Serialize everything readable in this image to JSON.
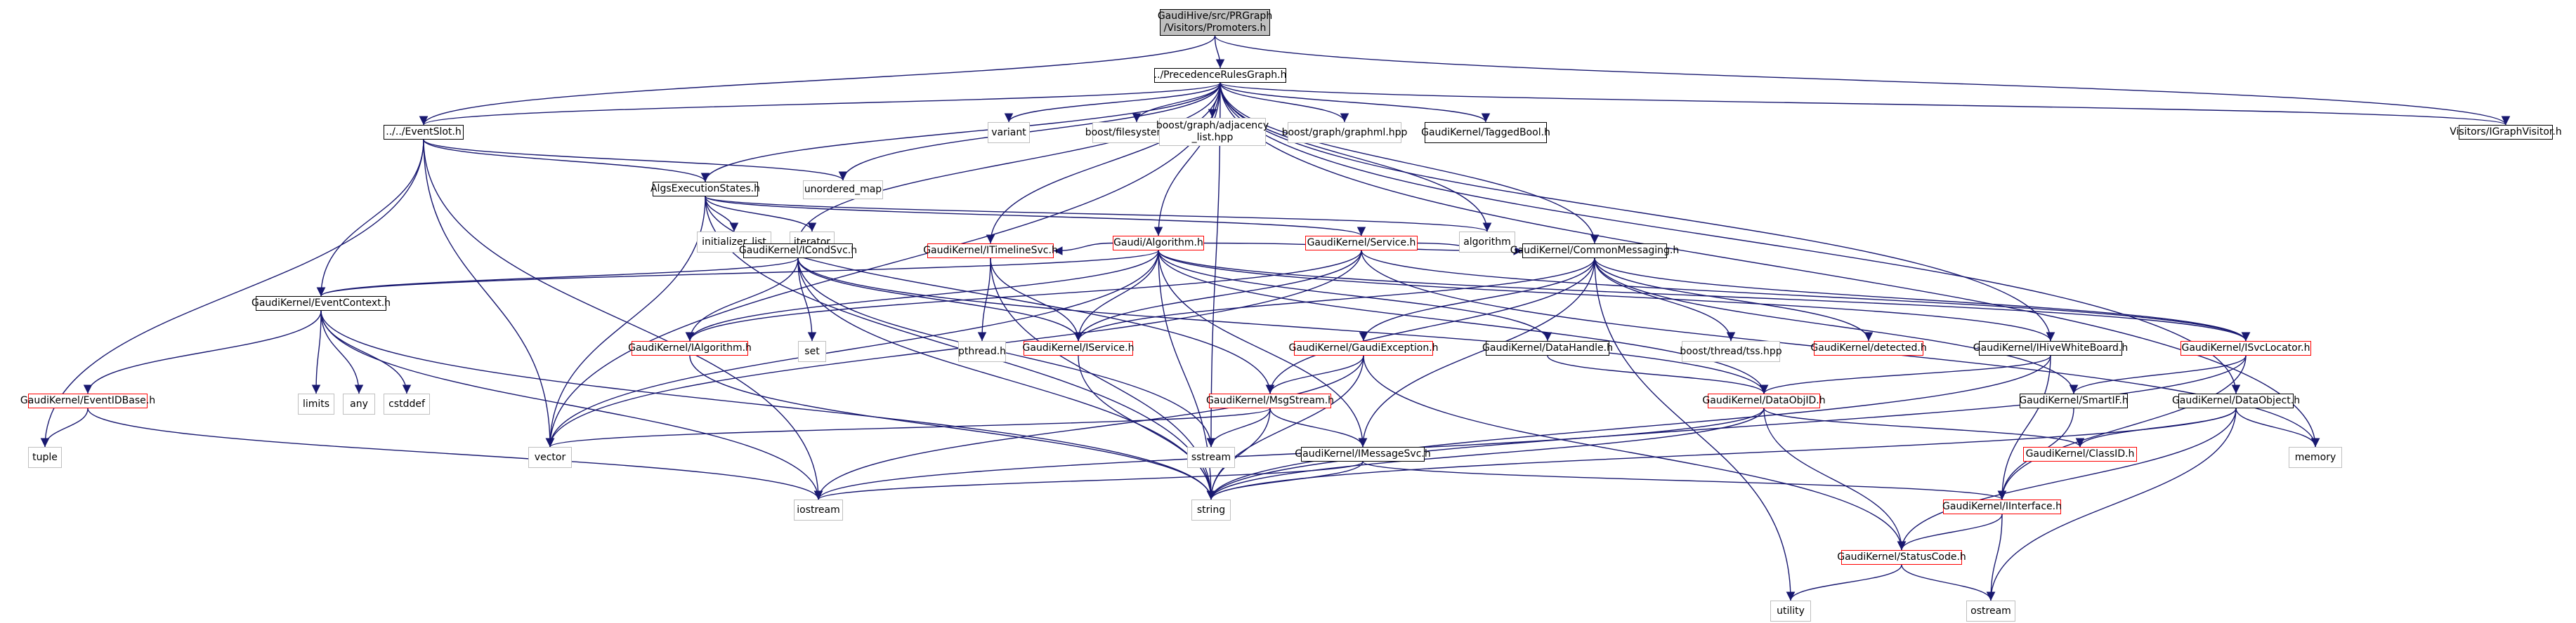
{
  "colors": {
    "edge": "#191970",
    "plain_border": "#bfbfbf",
    "red_border": "#ff0000",
    "root_fill": "#bfbfbf"
  },
  "nodes": [
    {
      "id": "promoters",
      "label": "GaudiHive/src/PRGraph\n/Visitors/Promoters.h",
      "style": "root"
    },
    {
      "id": "prg",
      "label": "../PrecedenceRulesGraph.h",
      "style": "black"
    },
    {
      "id": "eventslot",
      "label": "../../EventSlot.h",
      "style": "black"
    },
    {
      "id": "igraphvisitor",
      "label": "Visitors/IGraphVisitor.h",
      "style": "black"
    },
    {
      "id": "variant",
      "label": "variant",
      "style": "plain"
    },
    {
      "id": "filesystem",
      "label": "boost/filesystem.hpp",
      "style": "plain"
    },
    {
      "id": "adjacency",
      "label": "boost/graph/adjacency\n_list.hpp",
      "style": "plain"
    },
    {
      "id": "graphml",
      "label": "boost/graph/graphml.hpp",
      "style": "plain"
    },
    {
      "id": "taggedbool",
      "label": "GaudiKernel/TaggedBool.h",
      "style": "black"
    },
    {
      "id": "unordered_map",
      "label": "unordered_map",
      "style": "plain"
    },
    {
      "id": "algsexec",
      "label": "AlgsExecutionStates.h",
      "style": "black"
    },
    {
      "id": "initializer_list",
      "label": "initializer_list",
      "style": "plain"
    },
    {
      "id": "iterator",
      "label": "iterator",
      "style": "plain"
    },
    {
      "id": "algorithm",
      "label": "algorithm",
      "style": "plain"
    },
    {
      "id": "gaudialgorithm",
      "label": "Gaudi/Algorithm.h",
      "style": "red"
    },
    {
      "id": "service",
      "label": "GaudiKernel/Service.h",
      "style": "red"
    },
    {
      "id": "icondsvc",
      "label": "GaudiKernel/ICondSvc.h",
      "style": "black"
    },
    {
      "id": "itimelinesvc",
      "label": "GaudiKernel/ITimelineSvc.h",
      "style": "red"
    },
    {
      "id": "commonmessaging",
      "label": "GaudiKernel/CommonMessaging.h",
      "style": "black"
    },
    {
      "id": "eventcontext",
      "label": "GaudiKernel/EventContext.h",
      "style": "black"
    },
    {
      "id": "set",
      "label": "set",
      "style": "plain"
    },
    {
      "id": "ialgorithm",
      "label": "GaudiKernel/IAlgorithm.h",
      "style": "red"
    },
    {
      "id": "pthread",
      "label": "pthread.h",
      "style": "plain"
    },
    {
      "id": "iservice",
      "label": "GaudiKernel/IService.h",
      "style": "red"
    },
    {
      "id": "gaudiexception",
      "label": "GaudiKernel/GaudiException.h",
      "style": "red"
    },
    {
      "id": "datahandle",
      "label": "GaudiKernel/DataHandle.h",
      "style": "black"
    },
    {
      "id": "threadtss",
      "label": "boost/thread/tss.hpp",
      "style": "plain"
    },
    {
      "id": "detected",
      "label": "GaudiKernel/detected.h",
      "style": "red"
    },
    {
      "id": "ihivewhiteboard",
      "label": "GaudiKernel/IHiveWhiteBoard.h",
      "style": "black"
    },
    {
      "id": "isvclocator",
      "label": "GaudiKernel/ISvcLocator.h",
      "style": "red"
    },
    {
      "id": "eventidbase",
      "label": "GaudiKernel/EventIDBase.h",
      "style": "red"
    },
    {
      "id": "limits",
      "label": "limits",
      "style": "plain"
    },
    {
      "id": "any",
      "label": "any",
      "style": "plain"
    },
    {
      "id": "cstddef",
      "label": "cstddef",
      "style": "plain"
    },
    {
      "id": "msgstream",
      "label": "GaudiKernel/MsgStream.h",
      "style": "red"
    },
    {
      "id": "dataobjid",
      "label": "GaudiKernel/DataObjID.h",
      "style": "red"
    },
    {
      "id": "smartif",
      "label": "GaudiKernel/SmartIF.h",
      "style": "black"
    },
    {
      "id": "dataobject",
      "label": "GaudiKernel/DataObject.h",
      "style": "black"
    },
    {
      "id": "tuple",
      "label": "tuple",
      "style": "plain"
    },
    {
      "id": "vector",
      "label": "vector",
      "style": "plain"
    },
    {
      "id": "sstream",
      "label": "sstream",
      "style": "plain"
    },
    {
      "id": "imessagesvc",
      "label": "GaudiKernel/IMessageSvc.h",
      "style": "black"
    },
    {
      "id": "classid",
      "label": "GaudiKernel/ClassID.h",
      "style": "red"
    },
    {
      "id": "memory",
      "label": "memory",
      "style": "plain"
    },
    {
      "id": "iostream",
      "label": "iostream",
      "style": "plain"
    },
    {
      "id": "string",
      "label": "string",
      "style": "plain"
    },
    {
      "id": "iinterface",
      "label": "GaudiKernel/IInterface.h",
      "style": "red"
    },
    {
      "id": "statuscode",
      "label": "GaudiKernel/StatusCode.h",
      "style": "red"
    },
    {
      "id": "utility",
      "label": "utility",
      "style": "plain"
    },
    {
      "id": "ostream",
      "label": "ostream",
      "style": "plain"
    }
  ],
  "edges": [
    [
      "promoters",
      "prg"
    ],
    [
      "promoters",
      "eventslot"
    ],
    [
      "promoters",
      "igraphvisitor"
    ],
    [
      "prg",
      "eventslot"
    ],
    [
      "prg",
      "igraphvisitor"
    ],
    [
      "prg",
      "variant"
    ],
    [
      "prg",
      "filesystem"
    ],
    [
      "prg",
      "adjacency"
    ],
    [
      "prg",
      "graphml"
    ],
    [
      "prg",
      "taggedbool"
    ],
    [
      "prg",
      "unordered_map"
    ],
    [
      "prg",
      "algsexec"
    ],
    [
      "prg",
      "algorithm"
    ],
    [
      "prg",
      "gaudialgorithm"
    ],
    [
      "prg",
      "icondsvc"
    ],
    [
      "prg",
      "itimelinesvc"
    ],
    [
      "prg",
      "commonmessaging"
    ],
    [
      "prg",
      "ihivewhiteboard"
    ],
    [
      "prg",
      "dataobject"
    ],
    [
      "prg",
      "memory"
    ],
    [
      "prg",
      "vector"
    ],
    [
      "prg",
      "sstream"
    ],
    [
      "eventslot",
      "unordered_map"
    ],
    [
      "eventslot",
      "algsexec"
    ],
    [
      "eventslot",
      "eventcontext"
    ],
    [
      "eventslot",
      "tuple"
    ],
    [
      "eventslot",
      "vector"
    ],
    [
      "eventslot",
      "iostream"
    ],
    [
      "algsexec",
      "initializer_list"
    ],
    [
      "algsexec",
      "iterator"
    ],
    [
      "algsexec",
      "algorithm"
    ],
    [
      "algsexec",
      "service"
    ],
    [
      "algsexec",
      "msgstream"
    ],
    [
      "algsexec",
      "vector"
    ],
    [
      "algsexec",
      "string"
    ],
    [
      "gaudialgorithm",
      "itimelinesvc"
    ],
    [
      "gaudialgorithm",
      "commonmessaging"
    ],
    [
      "gaudialgorithm",
      "eventcontext"
    ],
    [
      "gaudialgorithm",
      "ialgorithm"
    ],
    [
      "gaudialgorithm",
      "iservice"
    ],
    [
      "gaudialgorithm",
      "datahandle"
    ],
    [
      "gaudialgorithm",
      "isvclocator"
    ],
    [
      "gaudialgorithm",
      "ihivewhiteboard"
    ],
    [
      "gaudialgorithm",
      "imessagesvc"
    ],
    [
      "gaudialgorithm",
      "dataobjid"
    ],
    [
      "gaudialgorithm",
      "vector"
    ],
    [
      "gaudialgorithm",
      "string"
    ],
    [
      "service",
      "commonmessaging"
    ],
    [
      "service",
      "iservice"
    ],
    [
      "service",
      "isvclocator"
    ],
    [
      "service",
      "ialgorithm"
    ],
    [
      "service",
      "memory"
    ],
    [
      "service",
      "vector"
    ],
    [
      "icondsvc",
      "eventcontext"
    ],
    [
      "icondsvc",
      "set"
    ],
    [
      "icondsvc",
      "ialgorithm"
    ],
    [
      "icondsvc",
      "iservice"
    ],
    [
      "icondsvc",
      "dataobjid"
    ],
    [
      "icondsvc",
      "string"
    ],
    [
      "icondsvc",
      "sstream"
    ],
    [
      "itimelinesvc",
      "pthread"
    ],
    [
      "itimelinesvc",
      "iservice"
    ],
    [
      "itimelinesvc",
      "string"
    ],
    [
      "commonmessaging",
      "iservice"
    ],
    [
      "commonmessaging",
      "gaudiexception"
    ],
    [
      "commonmessaging",
      "threadtss"
    ],
    [
      "commonmessaging",
      "detected"
    ],
    [
      "commonmessaging",
      "isvclocator"
    ],
    [
      "commonmessaging",
      "smartif"
    ],
    [
      "commonmessaging",
      "msgstream"
    ],
    [
      "commonmessaging",
      "imessagesvc"
    ],
    [
      "commonmessaging",
      "utility"
    ],
    [
      "eventcontext",
      "eventidbase"
    ],
    [
      "eventcontext",
      "limits"
    ],
    [
      "eventcontext",
      "any"
    ],
    [
      "eventcontext",
      "cstddef"
    ],
    [
      "eventcontext",
      "iostream"
    ],
    [
      "eventcontext",
      "string"
    ],
    [
      "ialgorithm",
      "string"
    ],
    [
      "iservice",
      "string"
    ],
    [
      "gaudiexception",
      "msgstream"
    ],
    [
      "gaudiexception",
      "statuscode"
    ],
    [
      "gaudiexception",
      "iostream"
    ],
    [
      "gaudiexception",
      "string"
    ],
    [
      "datahandle",
      "dataobjid"
    ],
    [
      "ihivewhiteboard",
      "dataobjid"
    ],
    [
      "ihivewhiteboard",
      "iinterface"
    ],
    [
      "ihivewhiteboard",
      "string"
    ],
    [
      "isvclocator",
      "smartif"
    ],
    [
      "isvclocator",
      "iinterface"
    ],
    [
      "isvclocator",
      "string"
    ],
    [
      "eventidbase",
      "tuple"
    ],
    [
      "eventidbase",
      "iostream"
    ],
    [
      "msgstream",
      "vector"
    ],
    [
      "msgstream",
      "sstream"
    ],
    [
      "msgstream",
      "imessagesvc"
    ],
    [
      "msgstream",
      "string"
    ],
    [
      "dataobjid",
      "classid"
    ],
    [
      "dataobjid",
      "statuscode"
    ],
    [
      "dataobjid",
      "iostream"
    ],
    [
      "dataobjid",
      "string"
    ],
    [
      "smartif",
      "iinterface"
    ],
    [
      "dataobject",
      "classid"
    ],
    [
      "dataobject",
      "statuscode"
    ],
    [
      "dataobject",
      "memory"
    ],
    [
      "dataobject",
      "ostream"
    ],
    [
      "dataobject",
      "string"
    ],
    [
      "imessagesvc",
      "iinterface"
    ],
    [
      "imessagesvc",
      "string"
    ],
    [
      "imessagesvc",
      "iostream"
    ],
    [
      "iinterface",
      "statuscode"
    ],
    [
      "iinterface",
      "ostream"
    ],
    [
      "statuscode",
      "utility"
    ],
    [
      "statuscode",
      "ostream"
    ]
  ]
}
